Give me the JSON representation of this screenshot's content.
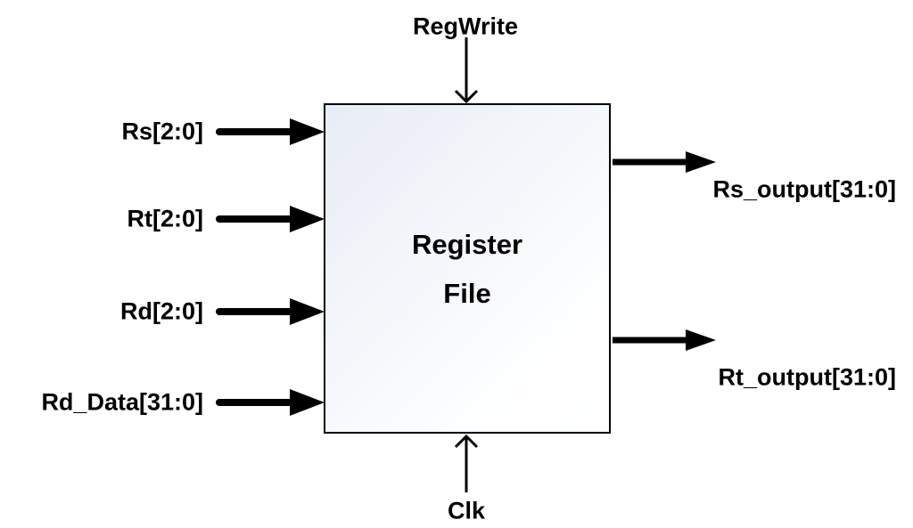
{
  "diagram": {
    "block": {
      "title_lines": [
        "Register",
        "File"
      ]
    },
    "signals": {
      "top_input": {
        "label": "RegWrite"
      },
      "bottom_input": {
        "label": "Clk"
      },
      "left_inputs": [
        {
          "label": "Rs[2:0]"
        },
        {
          "label": "Rt[2:0]"
        },
        {
          "label": "Rd[2:0]"
        },
        {
          "label": "Rd_Data[31:0]"
        }
      ],
      "right_outputs": [
        {
          "label": "Rs_output[31:0]"
        },
        {
          "label": "Rt_output[31:0]"
        }
      ]
    },
    "colors": {
      "line": "#000000",
      "text": "#000000",
      "block_fill_top_left": "#e8ecf4",
      "block_fill_bottom_right": "#ffffff",
      "block_border": "#000000",
      "background": "#ffffff"
    }
  }
}
